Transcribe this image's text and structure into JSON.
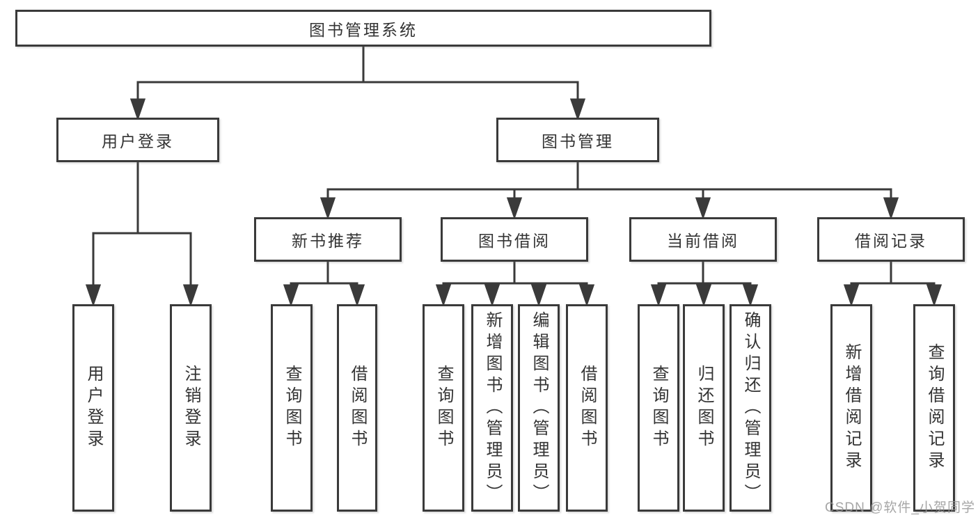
{
  "diagram": {
    "title": "图书管理系统",
    "type": "hierarchy-tree",
    "colors": {
      "line": "#3a3a3a",
      "box_border": "#3a3a3a",
      "box_background": "#ffffff",
      "text": "#333333",
      "watermark_text": "#969696"
    }
  },
  "nodes": {
    "root": "图书管理系统",
    "user_login": "用户登录",
    "book_mgmt": "图书管理",
    "new_book_rec": "新书推荐",
    "book_borrow": "图书借阅",
    "current_borrow": "当前借阅",
    "borrow_records": "借阅记录",
    "leaf_user_login": "用户登录",
    "leaf_logout": "注销登录",
    "leaf_nb_query_book": "查询图书",
    "leaf_nb_borrow_book": "借阅图书",
    "leaf_bb_query_book": "查询图书",
    "leaf_bb_add_book": "新增图书（管理员）",
    "leaf_bb_edit_book": "编辑图书（管理员）",
    "leaf_bb_borrow_book": "借阅图书",
    "leaf_cb_query_book": "查询图书",
    "leaf_cb_return_book": "归还图书",
    "leaf_cb_confirm_return": "确认归还（管理员）",
    "leaf_br_add_record": "新增借阅记录",
    "leaf_br_query_record": "查询借阅记录"
  },
  "hierarchy": {
    "root": [
      "user_login",
      "book_mgmt"
    ],
    "user_login": [
      "leaf_user_login",
      "leaf_logout"
    ],
    "book_mgmt": [
      "new_book_rec",
      "book_borrow",
      "current_borrow",
      "borrow_records"
    ],
    "new_book_rec": [
      "leaf_nb_query_book",
      "leaf_nb_borrow_book"
    ],
    "book_borrow": [
      "leaf_bb_query_book",
      "leaf_bb_add_book",
      "leaf_bb_edit_book",
      "leaf_bb_borrow_book"
    ],
    "current_borrow": [
      "leaf_cb_query_book",
      "leaf_cb_return_book",
      "leaf_cb_confirm_return"
    ],
    "borrow_records": [
      "leaf_br_add_record",
      "leaf_br_query_record"
    ]
  },
  "watermark": "CSDN @软件_小贺同学"
}
